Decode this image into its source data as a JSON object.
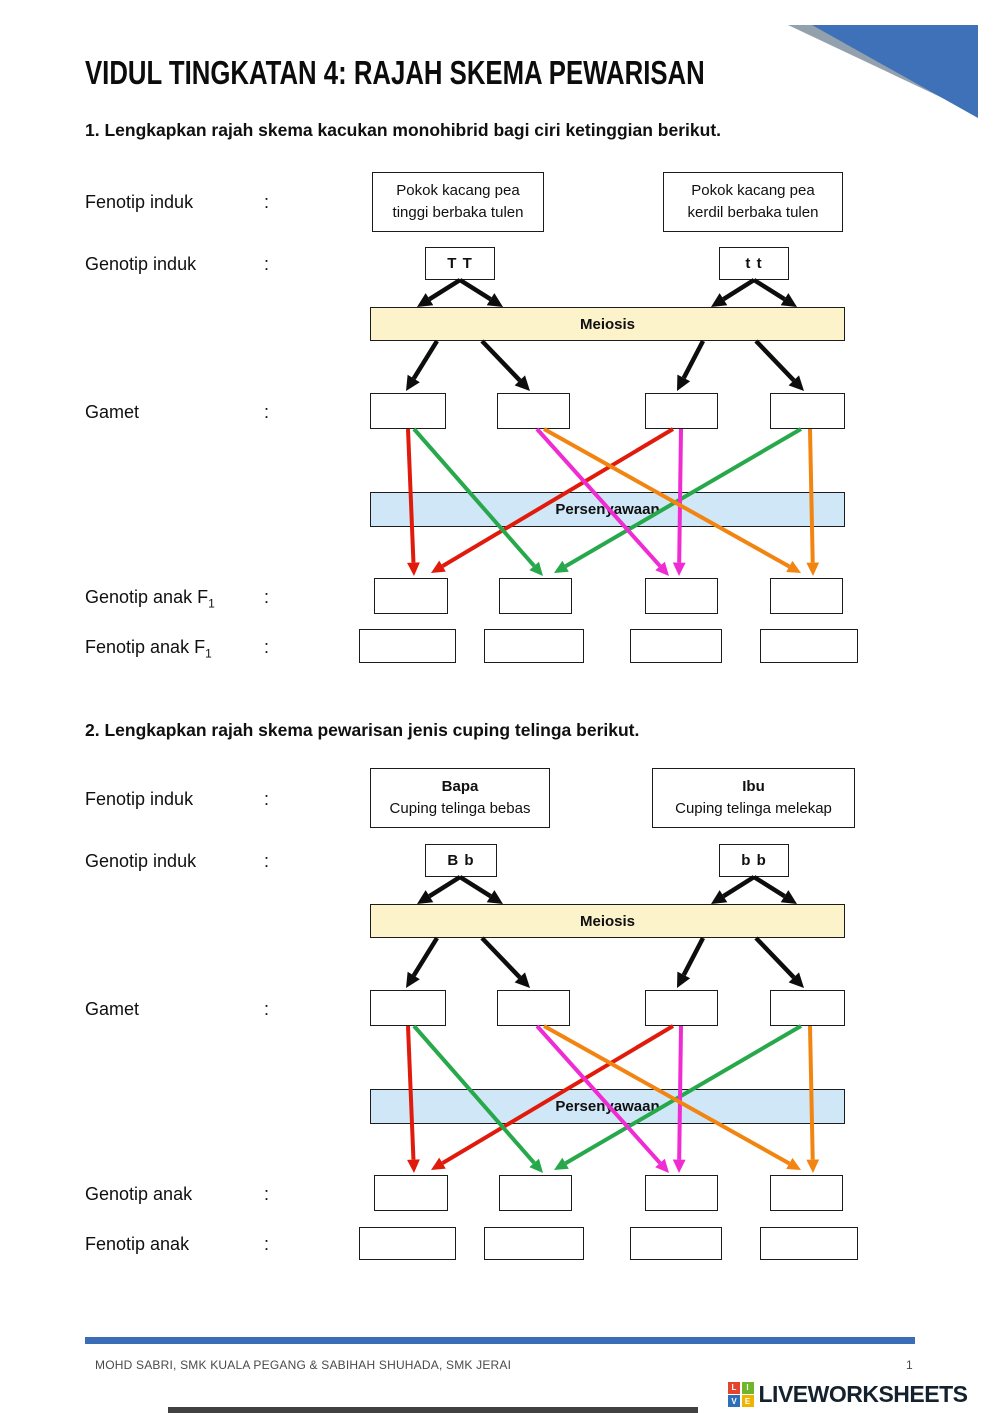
{
  "title": "VIDUL TINGKATAN 4: RAJAH SKEMA PEWARISAN",
  "colon": ":",
  "colors": {
    "accent_blue": "#3a6db5",
    "corner_blue": "#3e71b8",
    "corner_gray": "#93a0ad",
    "meiosis_bar_fill": "#fcf3ca",
    "persenyawaan_bar_fill": "#cfe7f6",
    "arrow_black": "#0d0d0d",
    "arrow_red": "#e11b0c",
    "arrow_green": "#27a84b",
    "arrow_magenta": "#ef2bd2",
    "arrow_orange": "#f28411"
  },
  "section1": {
    "heading": "1. Lengkapkan rajah skema kacukan monohibrid bagi ciri ketinggian berikut.",
    "row_labels": {
      "fenotip_induk": "Fenotip induk",
      "genotip_induk": "Genotip induk",
      "gamet": "Gamet",
      "genotip_anak_main": "Genotip anak F",
      "genotip_anak_sub": "1",
      "fenotip_anak_main": "Fenotip anak F",
      "fenotip_anak_sub": "1"
    },
    "parent_left": {
      "line1": "Pokok kacang pea",
      "line2": "tinggi berbaka tulen"
    },
    "parent_right": {
      "line1": "Pokok kacang pea",
      "line2": "kerdil berbaka tulen"
    },
    "genotype_left": "T T",
    "genotype_right": "t t",
    "meiosis_label": "Meiosis",
    "persenyawaan_label": "Persenyawaan"
  },
  "section2": {
    "heading": "2. Lengkapkan rajah skema pewarisan jenis cuping telinga berikut.",
    "row_labels": {
      "fenotip_induk": "Fenotip induk",
      "genotip_induk": "Genotip induk",
      "gamet": "Gamet",
      "genotip_anak": "Genotip anak",
      "fenotip_anak": "Fenotip anak"
    },
    "parent_left": {
      "line1": "Bapa",
      "line2": "Cuping telinga bebas"
    },
    "parent_right": {
      "line1": "Ibu",
      "line2": "Cuping telinga melekap"
    },
    "genotype_left": "B b",
    "genotype_right": "b b",
    "meiosis_label": "Meiosis",
    "persenyawaan_label": "Persenyawaan"
  },
  "footer": {
    "credit": "MOHD SABRI, SMK KUALA PEGANG & SABIHAH SHUHADA, SMK JERAI",
    "page_number": "1",
    "brand": "LIVEWORKSHEETS",
    "brand_icon_letters": [
      "L",
      "I",
      "V",
      "E"
    ]
  }
}
